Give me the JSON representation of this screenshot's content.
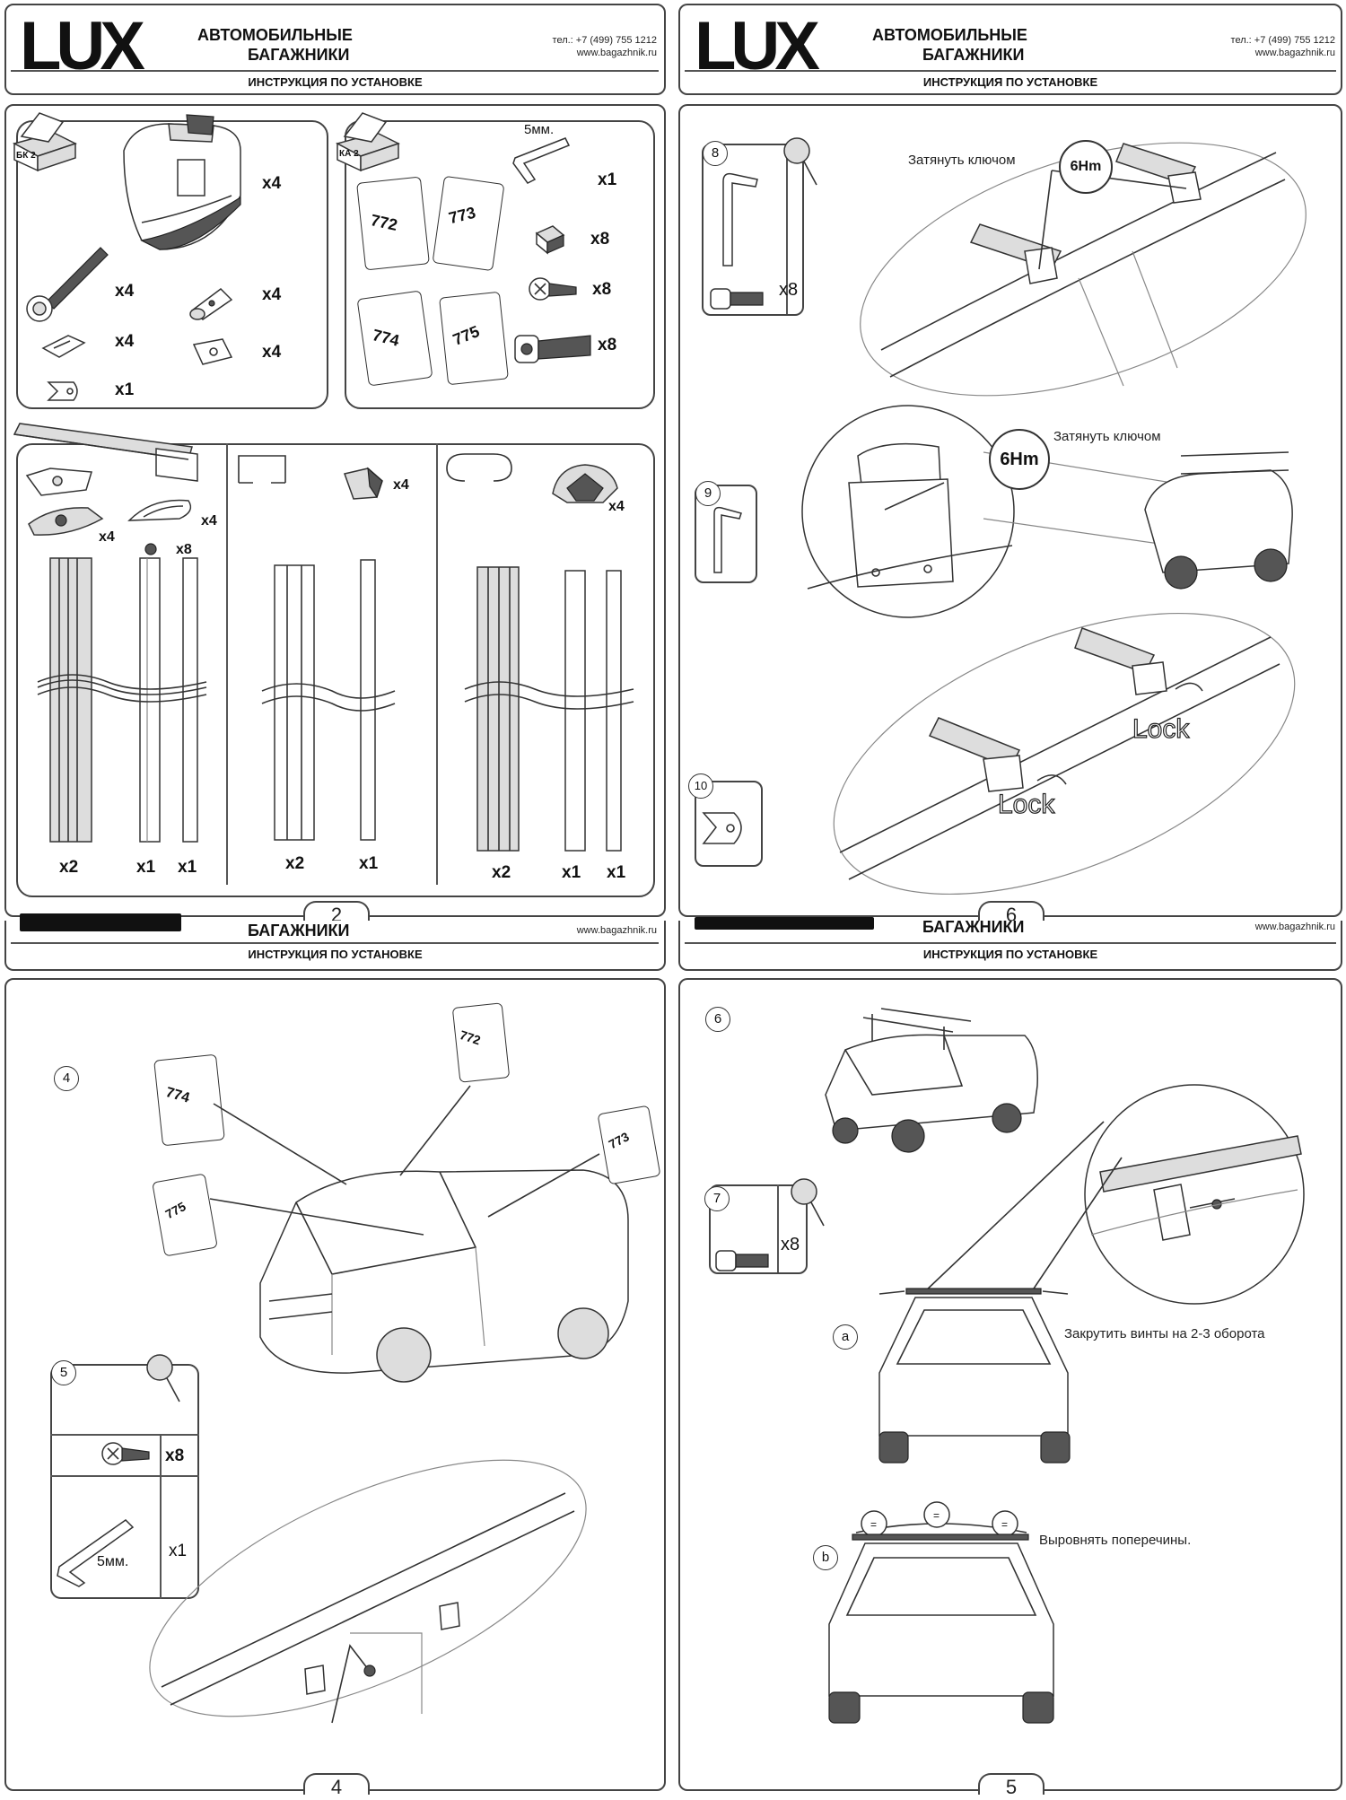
{
  "header": {
    "logo": "LUX",
    "subtitle_line1": "АВТОМОБИЛЬНЫЕ",
    "subtitle_line2": "БАГАЖНИКИ",
    "phone": "тел.: +7 (499) 755 1212",
    "website": "www.bagazhnik.ru",
    "instruction": "ИНСТРУКЦИЯ ПО УСТАНОВКЕ"
  },
  "pages": {
    "p2": {
      "number": "2",
      "kit_bk": "БК 2",
      "kit_ka": "КА 2",
      "key_size": "5мм.",
      "plates": [
        "772",
        "773",
        "774",
        "775"
      ],
      "qty": {
        "foot": "x4",
        "bolt": "x4",
        "nut": "x4",
        "washer": "x4",
        "pad": "x4",
        "key_small": "x1",
        "hex_key": "x1",
        "square_nut": "x8",
        "screw": "x8",
        "bolt_large": "x8",
        "rail1_end": "x4",
        "rail1_cap": "x4",
        "rail1_screw": "x8",
        "rail1_bars": [
          "x2",
          "x1",
          "x1"
        ],
        "rail2_cap": "x4",
        "rail2_bars": [
          "x2",
          "x1"
        ],
        "rail3_cap": "x4",
        "rail3_bars": [
          "x2",
          "x1",
          "x1"
        ]
      }
    },
    "p4": {
      "number": "4",
      "step4": "4",
      "step5": "5",
      "plates": [
        "774",
        "772",
        "775",
        "773"
      ],
      "qty_screw": "x8",
      "qty_key": "x1",
      "key_size": "5мм."
    },
    "p5": {
      "number": "5",
      "step6": "6",
      "step7": "7",
      "qty7": "x8",
      "sub_a": "a",
      "sub_b": "b",
      "note_a": "Закрутить винты на 2-3 оборота",
      "note_b": "Выровнять поперечины.",
      "eq": "="
    },
    "p6": {
      "number": "6",
      "step8": "8",
      "step9": "9",
      "step10": "10",
      "qty8": "x8",
      "torque": "6Hm",
      "note_tighten": "Затянуть ключом",
      "lock": "Lock"
    }
  }
}
